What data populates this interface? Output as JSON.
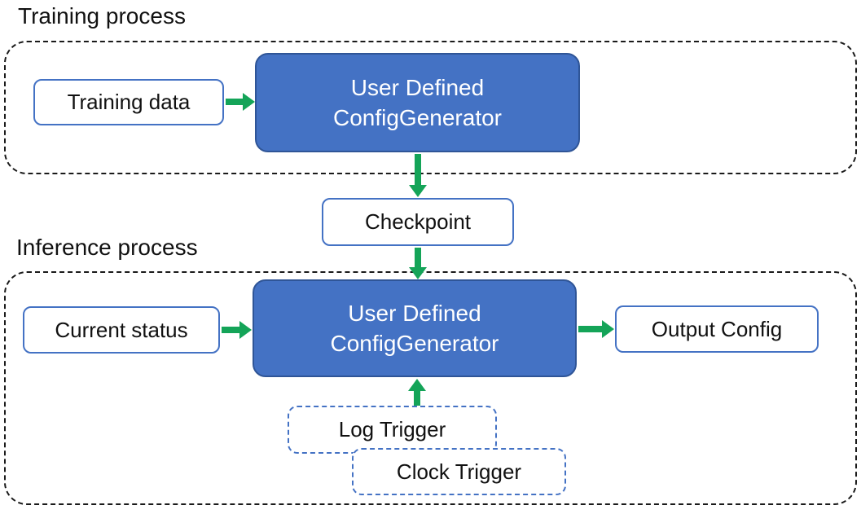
{
  "diagram": {
    "training": {
      "label": "Training process",
      "input_box": "Training data",
      "generator_line1": "User Defined",
      "generator_line2": "ConfigGenerator"
    },
    "checkpoint": "Checkpoint",
    "inference": {
      "label": "Inference process",
      "input_box": "Current status",
      "generator_line1": "User Defined",
      "generator_line2": "ConfigGenerator",
      "output_box": "Output Config",
      "log_trigger": "Log Trigger",
      "clock_trigger": "Clock Trigger"
    },
    "colors": {
      "box_fill_blue": "#4472C4",
      "box_border_dark": "#2F5597",
      "outline_blue": "#4472C4",
      "arrow_green": "#14A458",
      "dashed_black": "#1a1a1a"
    }
  }
}
